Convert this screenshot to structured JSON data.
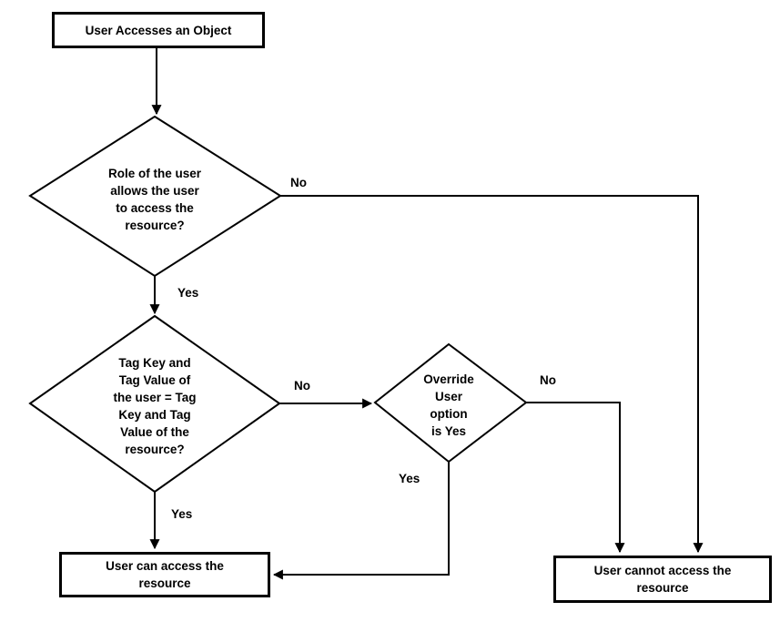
{
  "diagram": {
    "title": "User resource access decision flowchart",
    "nodes": {
      "start": {
        "type": "process",
        "label": "User Accesses an Object"
      },
      "decision_role": {
        "type": "decision",
        "lines": [
          "Role of the user",
          "allows the user",
          "to access the",
          "resource?"
        ]
      },
      "decision_tag": {
        "type": "decision",
        "lines": [
          "Tag Key and",
          "Tag Value of",
          "the user = Tag",
          "Key and Tag",
          "Value of the",
          "resource?"
        ]
      },
      "decision_override": {
        "type": "decision",
        "lines": [
          "Override",
          "User",
          "option",
          "is Yes"
        ]
      },
      "end_allow": {
        "type": "terminal",
        "lines": [
          "User can access the",
          "resource"
        ]
      },
      "end_deny": {
        "type": "terminal",
        "lines": [
          "User cannot access the",
          "resource"
        ]
      }
    },
    "edges": [
      {
        "from": "start",
        "to": "decision_role",
        "label": ""
      },
      {
        "from": "decision_role",
        "to": "end_deny",
        "label": "No"
      },
      {
        "from": "decision_role",
        "to": "decision_tag",
        "label": "Yes"
      },
      {
        "from": "decision_tag",
        "to": "decision_override",
        "label": "No"
      },
      {
        "from": "decision_override",
        "to": "end_deny",
        "label": "No"
      },
      {
        "from": "decision_override",
        "to": "end_allow",
        "label": "Yes"
      },
      {
        "from": "decision_tag",
        "to": "end_allow",
        "label": "Yes"
      }
    ],
    "edge_labels": {
      "role_no": "No",
      "role_yes": "Yes",
      "tag_no": "No",
      "override_no": "No",
      "override_yes": "Yes",
      "tag_yes": "Yes"
    }
  },
  "colors": {
    "line": "#000000",
    "text": "#000000",
    "background": "#ffffff"
  }
}
